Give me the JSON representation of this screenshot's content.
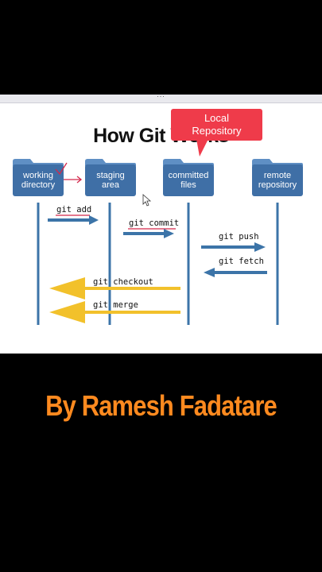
{
  "window": {
    "menu_glyph": "..."
  },
  "slide": {
    "title": "How Git Works",
    "callout": "Local\nRepository",
    "folders": [
      {
        "label": "working\ndirectory"
      },
      {
        "label": "staging\narea"
      },
      {
        "label": "committed\nfiles"
      },
      {
        "label": "remote\nrepository"
      }
    ],
    "commands": {
      "add": "git add",
      "commit": "git commit",
      "push": "git push",
      "fetch": "git fetch",
      "checkout": "git checkout",
      "merge": "git merge"
    },
    "colors": {
      "folder": "#3f6fa6",
      "arrow_blue": "#3c74a8",
      "arrow_yellow": "#f2c12b",
      "callout": "#ef3b4a",
      "annotation": "#d4284b"
    }
  },
  "caption": {
    "author": "By Ramesh Fadatare"
  }
}
